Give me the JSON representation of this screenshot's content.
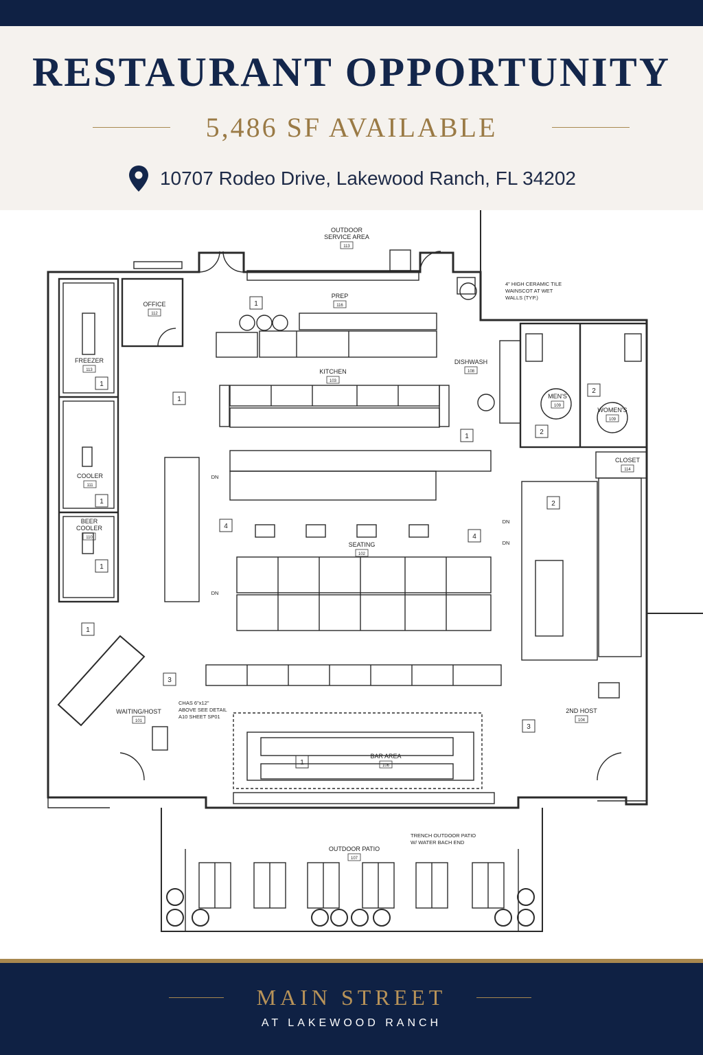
{
  "header": {
    "title": "RESTAURANT OPPORTUNITY",
    "subtitle": "5,486 SF AVAILABLE",
    "address": "10707 Rodeo Drive, Lakewood Ranch, FL 34202",
    "address_icon": "location-pin-icon"
  },
  "plan": {
    "rooms": {
      "outdoor_service": {
        "name": "OUTDOOR\nSERVICE AREA",
        "num": "113"
      },
      "office": {
        "name": "OFFICE",
        "num": "112"
      },
      "prep": {
        "name": "PREP",
        "num": "116"
      },
      "freezer": {
        "name": "FREEZER",
        "num": "113"
      },
      "kitchen": {
        "name": "KITCHEN",
        "num": "103"
      },
      "dishwash": {
        "name": "DISHWASH",
        "num": "108"
      },
      "mens": {
        "name": "MEN'S",
        "num": "109"
      },
      "womens": {
        "name": "WOMEN'S",
        "num": "109"
      },
      "closet": {
        "name": "CLOSET",
        "num": "114"
      },
      "cooler": {
        "name": "COOLER",
        "num": "111"
      },
      "beer_cooler": {
        "name": "BEER\nCOOLER",
        "num": "110"
      },
      "seating": {
        "name": "SEATING",
        "num": "102"
      },
      "waiting": {
        "name": "WAITING/HOST",
        "num": "101"
      },
      "bar": {
        "name": "BAR AREA",
        "num": "106"
      },
      "host2": {
        "name": "2ND HOST",
        "num": "104"
      },
      "patio": {
        "name": "OUTDOOR PATIO",
        "num": "107"
      }
    },
    "notes": {
      "tile": "4\" HIGH CERAMIC TILE\nWAINSCOT AT WET\nWALLS (TYP.)",
      "chase": "CHAS 6\"x12\"\nABOVE SEE DETAIL\nA10 SHEET SP01",
      "trench": "TRENCH OUTDOOR PATIO\nW/ WATER BACH END"
    },
    "step_label": "DN",
    "tag_values": [
      "1",
      "2",
      "3",
      "4"
    ]
  },
  "footer": {
    "title": "MAIN STREET",
    "subtitle": "AT LAKEWOOD RANCH"
  }
}
